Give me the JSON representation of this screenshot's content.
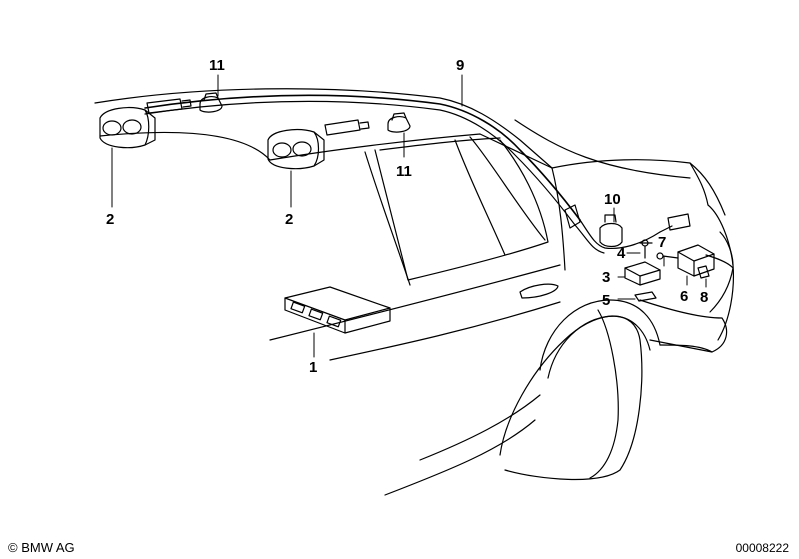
{
  "diagram": {
    "callouts": {
      "c1": "1",
      "c2a": "2",
      "c2b": "2",
      "c3": "3",
      "c4": "4",
      "c5": "5",
      "c6": "6",
      "c7": "7",
      "c8": "8",
      "c9": "9",
      "c10": "10",
      "c11a": "11",
      "c11b": "11"
    }
  },
  "footer": {
    "copyright": "© BMW AG",
    "code": "00008222"
  }
}
